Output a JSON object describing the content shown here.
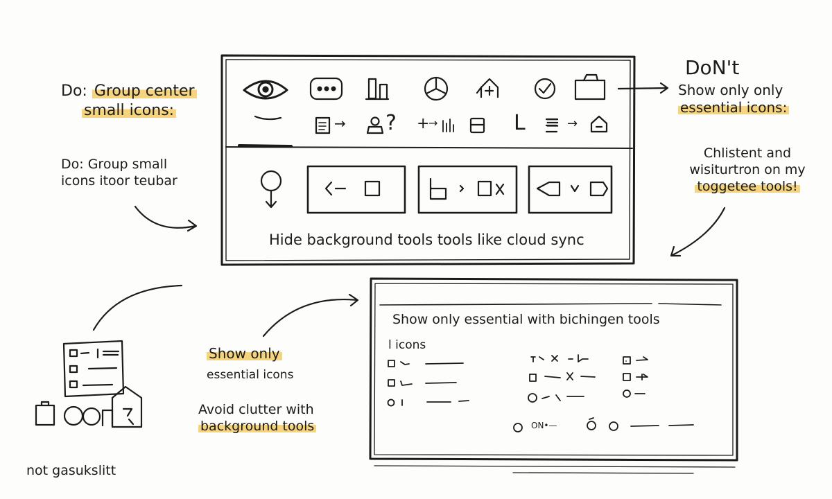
{
  "colors": {
    "ink": "#1b1b1b",
    "highlight": "#f6d47e",
    "paper": "#fdfdfb"
  },
  "left_notes": {
    "do_group_center": {
      "prefix": "Do: ",
      "highlight": "Group center",
      "line2": "small icons:"
    },
    "do_group_small": {
      "line1": "Do: Group small",
      "line2": "icons itoor teubar"
    }
  },
  "right_notes": {
    "dont_title": "DoN't",
    "dont_line1": "Show only only",
    "dont_line2_highlight": "essential icons:",
    "consistent_line1": "Chlistent and",
    "consistent_line2": "wisiturtron on my",
    "consistent_line3_highlight": "toggetee tools!"
  },
  "toolbar_panel": {
    "top_icons": [
      "eye-icon",
      "chat-bubble-icon",
      "bar-chart-icon",
      "pie-chart-icon",
      "cloud-sync-icon",
      "check-circle-icon",
      "folder-icon"
    ],
    "second_row_symbols": [
      "→",
      "?",
      "+",
      "→",
      "L",
      "≡",
      "→"
    ],
    "caption": "Hide background tools tools like cloud sync"
  },
  "lower_panel": {
    "title": "Show only essential with bichingen tools",
    "subtitle": "l icons",
    "row_labels": [
      "ON•—"
    ]
  },
  "middle_notes": {
    "show_only_highlight": "Show only",
    "essential_icons": "essential icons",
    "avoid_line1": "Avoid clutter with",
    "avoid_line2_highlight": "background tools"
  },
  "bottom_left_caption": "not gasukslitt"
}
